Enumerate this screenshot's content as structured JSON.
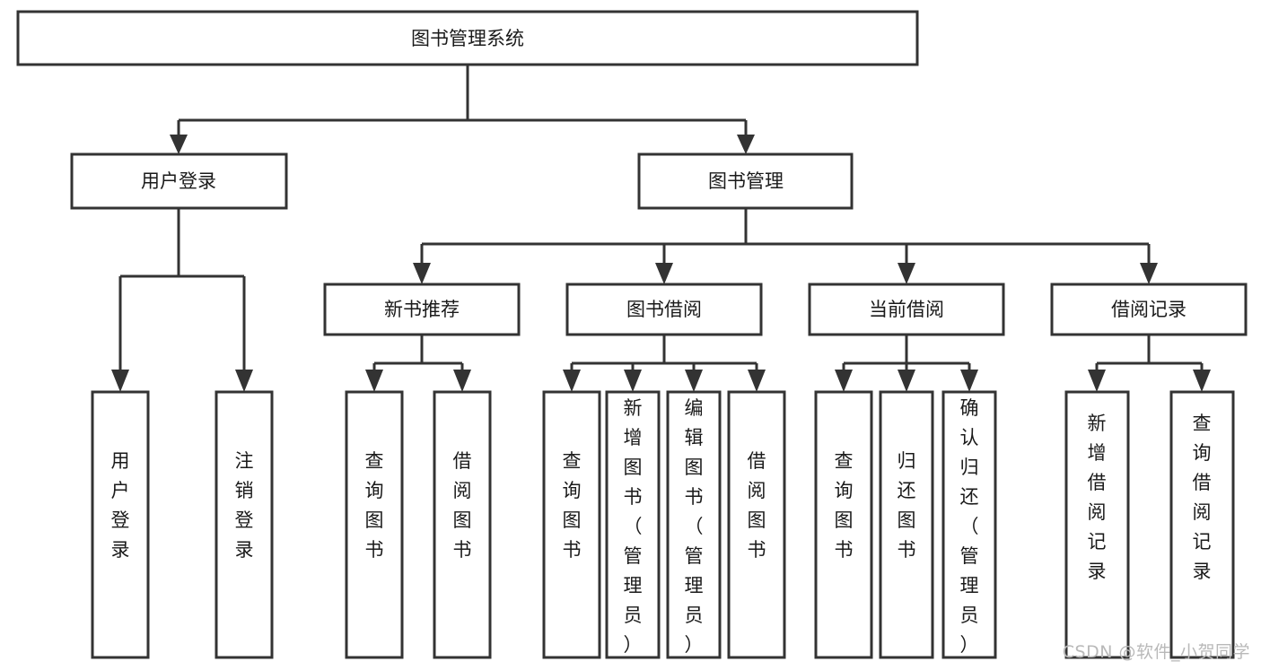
{
  "diagram": {
    "type": "tree-hierarchy-chart",
    "title": "图书管理系统",
    "orientation": "top-down",
    "colors": {
      "box_fill": "#ffffff",
      "box_stroke": "#333333",
      "text": "#1a1a1a",
      "background": "#ffffff",
      "watermark": "#b9b9b9"
    },
    "levels": {
      "level1": [
        "图书管理系统"
      ],
      "level2": [
        "用户登录",
        "图书管理"
      ],
      "level3": [
        "新书推荐",
        "图书借阅",
        "当前借阅",
        "借阅记录"
      ],
      "level4": [
        "用户登录",
        "注销登录",
        "查询图书",
        "借阅图书",
        "查询图书",
        "新增图书（管理员）",
        "编辑图书（管理员）",
        "借阅图书",
        "查询图书",
        "归还图书",
        "确认归还（管理员）",
        "新增借阅记录",
        "查询借阅记录"
      ]
    },
    "root": {
      "label": "图书管理系统",
      "children": [
        {
          "label": "用户登录",
          "children": [
            {
              "label": "用户登录"
            },
            {
              "label": "注销登录"
            }
          ]
        },
        {
          "label": "图书管理",
          "children": [
            {
              "label": "新书推荐",
              "children": [
                {
                  "label": "查询图书"
                },
                {
                  "label": "借阅图书"
                }
              ]
            },
            {
              "label": "图书借阅",
              "children": [
                {
                  "label": "查询图书"
                },
                {
                  "label": "新增图书（管理员）"
                },
                {
                  "label": "编辑图书（管理员）"
                },
                {
                  "label": "借阅图书"
                }
              ]
            },
            {
              "label": "当前借阅",
              "children": [
                {
                  "label": "查询图书"
                },
                {
                  "label": "归还图书"
                },
                {
                  "label": "确认归还（管理员）"
                }
              ]
            },
            {
              "label": "借阅记录",
              "children": [
                {
                  "label": "新增借阅记录"
                },
                {
                  "label": "查询借阅记录"
                }
              ]
            }
          ]
        }
      ]
    }
  },
  "nodes": {
    "root": "图书管理系统",
    "user_login": "用户登录",
    "book_mgmt": "图书管理",
    "new_book_rec": "新书推荐",
    "book_borrow": "图书借阅",
    "current_borrow": "当前借阅",
    "borrow_record": "借阅记录",
    "leaf_user_login": "用户登录",
    "leaf_logout": "注销登录",
    "leaf_query_book_1": "查询图书",
    "leaf_borrow_book_1": "借阅图书",
    "leaf_query_book_2": "查询图书",
    "leaf_add_book": "新增图书（管理员）",
    "leaf_edit_book": "编辑图书（管理员）",
    "leaf_borrow_book_2": "借阅图书",
    "leaf_query_book_3": "查询图书",
    "leaf_return_book": "归还图书",
    "leaf_confirm_return": "确认归还（管理员）",
    "leaf_add_record": "新增借阅记录",
    "leaf_query_record": "查询借阅记录"
  },
  "watermark": {
    "text": "CSDN @软件_小贺同学"
  }
}
